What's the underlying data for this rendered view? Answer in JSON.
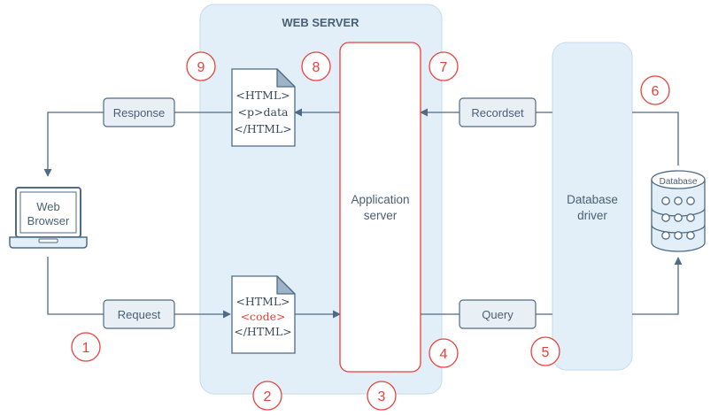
{
  "web_server": {
    "title": "WEB SERVER"
  },
  "app_server": {
    "line1": "Application",
    "line2": "server"
  },
  "db_driver": {
    "line1": "Database",
    "line2": "driver"
  },
  "database": {
    "label": "Database"
  },
  "browser": {
    "line1": "Web",
    "line2": "Browser"
  },
  "boxes": {
    "response": "Response",
    "request": "Request",
    "recordset": "Recordset",
    "query": "Query"
  },
  "doc_top": {
    "line1": "<HTML>",
    "line2": "<p>data",
    "line3": "</HTML>"
  },
  "doc_bottom": {
    "line1": "<HTML>",
    "line2": "<code>",
    "line3": "</HTML>"
  },
  "steps": [
    "1",
    "2",
    "3",
    "4",
    "5",
    "6",
    "7",
    "8",
    "9"
  ],
  "colors": {
    "panel_fill": "#e2eff8",
    "panel_stroke": "#c3dbec",
    "accent_red": "#e8413c",
    "line": "#4f6b86",
    "text": "#4a5f75"
  }
}
